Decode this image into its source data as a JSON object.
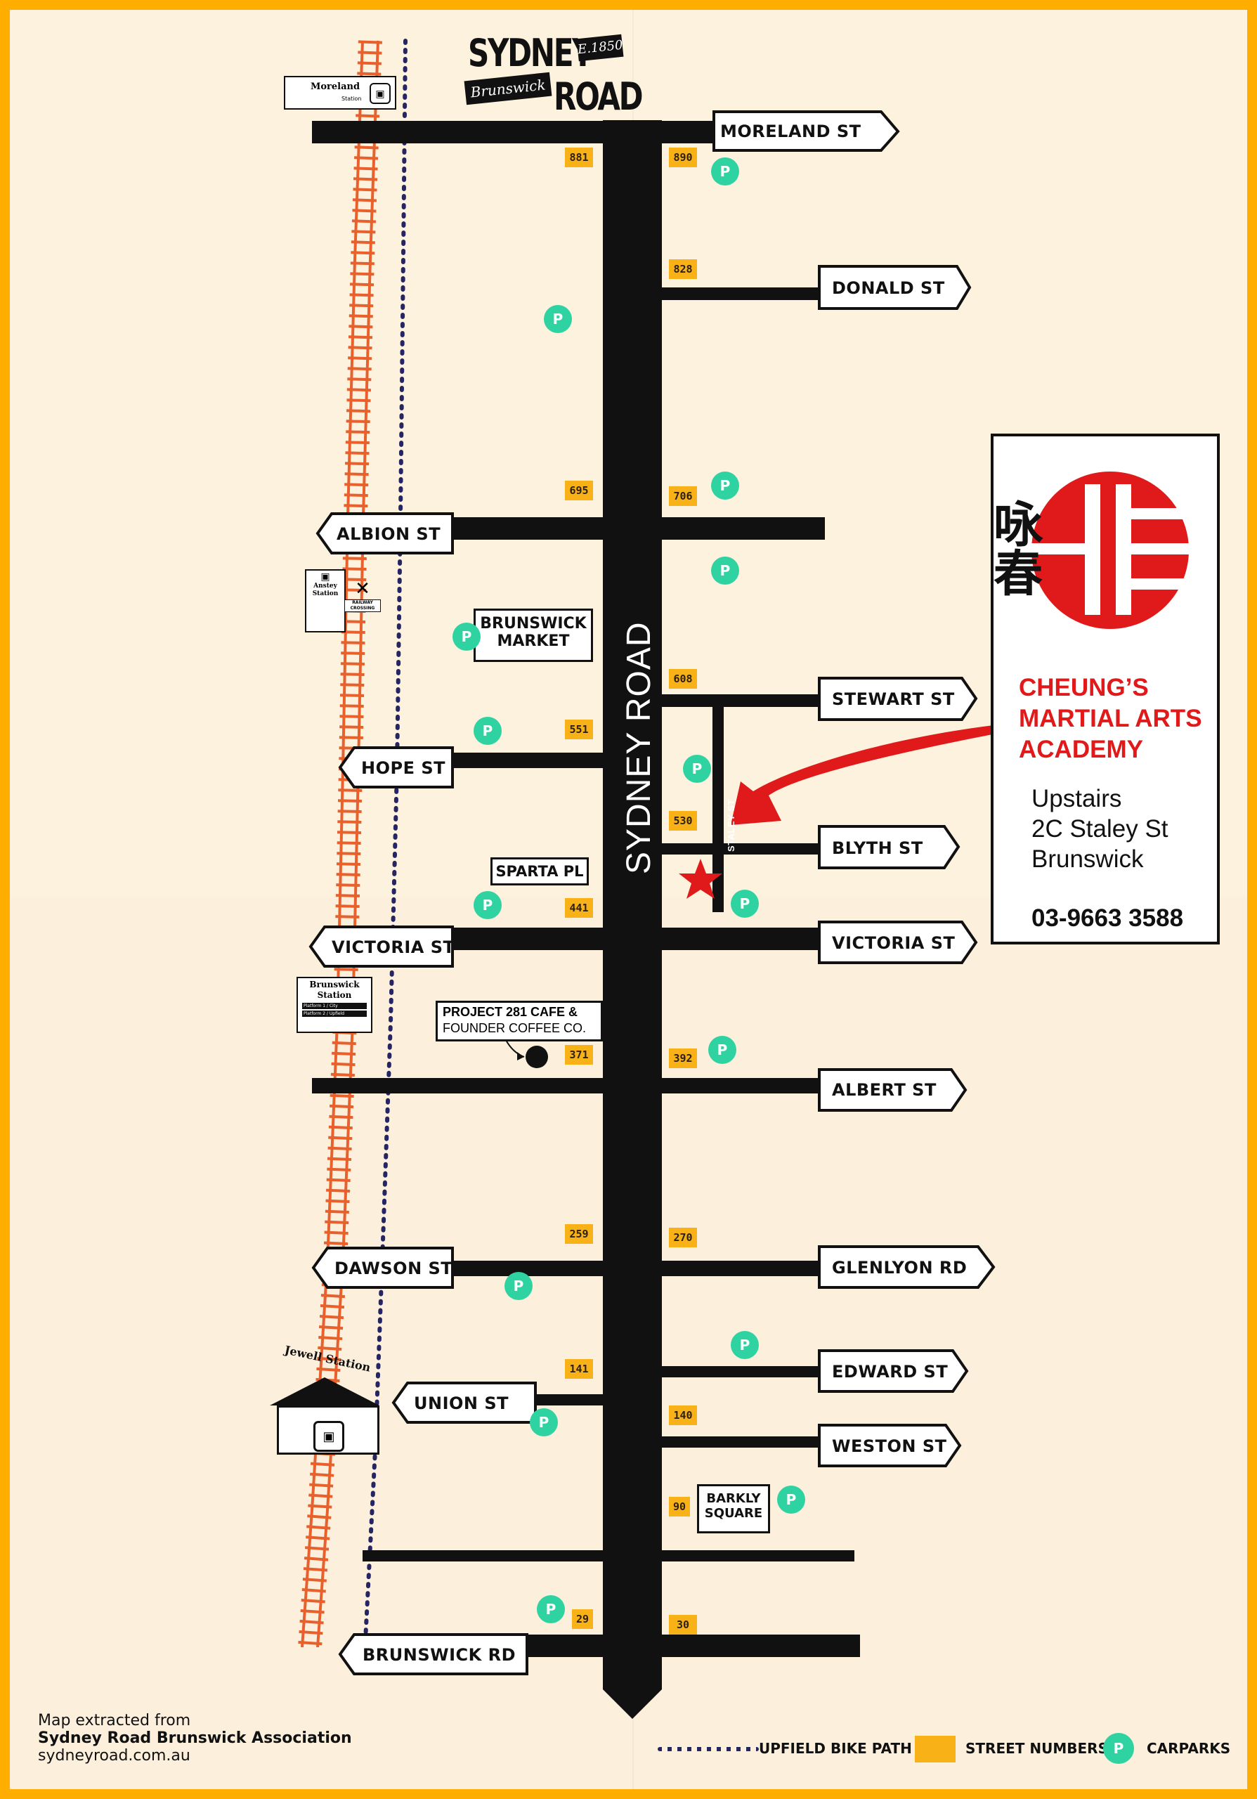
{
  "header": {
    "title_main": "SYDNEY",
    "title_road": "ROAD",
    "script_word": "Brunswick",
    "established": "E.1850"
  },
  "stations": {
    "moreland": {
      "name": "Moreland",
      "sub": "Station"
    },
    "anstey": {
      "name": "Anstey\nStation",
      "crossing": "RAILWAY\nCROSSING"
    },
    "brunswick": {
      "name": "Brunswick\nStation",
      "platform1": "Platform 1 / City",
      "platform2": "Platform 2 / Upfield"
    },
    "jewell": {
      "name": "Jewell Station"
    }
  },
  "main_road": "SYDNEY ROAD",
  "streets_east": [
    {
      "name": "MORELAND ST"
    },
    {
      "name": "DONALD ST"
    },
    {
      "name": "STEWART ST"
    },
    {
      "name": "BLYTH ST"
    },
    {
      "name": "VICTORIA ST"
    },
    {
      "name": "ALBERT ST"
    },
    {
      "name": "GLENLYON RD"
    },
    {
      "name": "EDWARD ST"
    },
    {
      "name": "WESTON ST"
    }
  ],
  "streets_west": [
    {
      "name": "ALBION ST"
    },
    {
      "name": "HOPE ST"
    },
    {
      "name": "VICTORIA ST"
    },
    {
      "name": "DAWSON ST"
    },
    {
      "name": "UNION ST"
    },
    {
      "name": "BRUNSWICK RD"
    }
  ],
  "lanes": {
    "staley": "STALEY ST",
    "sparta": "SPARTA PL"
  },
  "street_numbers": [
    "881",
    "890",
    "828",
    "695",
    "706",
    "608",
    "551",
    "530",
    "441",
    "371",
    "392",
    "259",
    "270",
    "141",
    "140",
    "90",
    "29",
    "30"
  ],
  "carpark_symbol": "P",
  "places": {
    "brunswick_market": "BRUNSWICK\nMARKET",
    "barkly_square": "BARKLY\nSQUARE",
    "cafe_line1": "PROJECT 281 CAFE &",
    "cafe_line2": "FOUNDER COFFEE CO."
  },
  "academy": {
    "name": "CHEUNG’S\nMARTIAL ARTS\nACADEMY",
    "line1": "Upstairs",
    "line2": "2C Staley St",
    "line3": "Brunswick",
    "phone": "03-9663 3588",
    "logo_glyphs": "咏春"
  },
  "legend": {
    "bike_path": "UPFIELD BIKE PATH",
    "street_numbers": "STREET NUMBERS",
    "carparks": "CARPARKS"
  },
  "credit": {
    "line1": "Map extracted from",
    "line2": "Sydney Road Brunswick Association",
    "line3": "sydneyroad.com.au"
  },
  "colors": {
    "frame": "#FFAE00",
    "paper": "#FCF0DC",
    "rail": "#E8602C",
    "bike_path": "#262564",
    "street_number": "#F8B116",
    "carpark": "#2ED3A1",
    "academy_red": "#E01A1A"
  }
}
